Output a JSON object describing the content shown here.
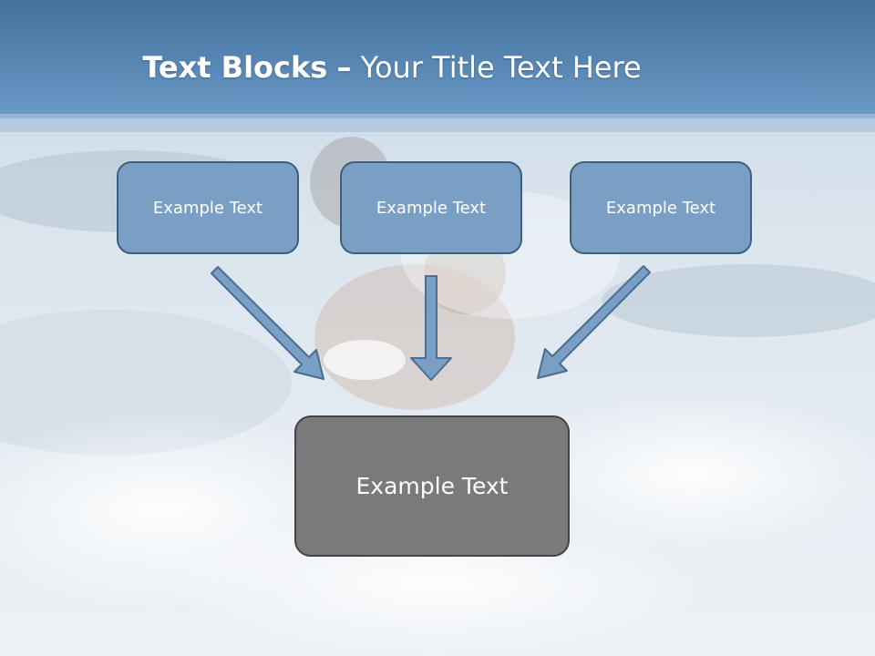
{
  "slide": {
    "title_bold": "Text Blocks",
    "title_sep": "–",
    "title_rest": "Your Title Text Here"
  },
  "diagram": {
    "top_boxes": [
      {
        "label": "Example Text"
      },
      {
        "label": "Example Text"
      },
      {
        "label": "Example Text"
      }
    ],
    "bottom_box": {
      "label": "Example Text"
    }
  },
  "colors": {
    "header": "#4f7fae",
    "top_box_fill": "#7a9fc4",
    "top_box_border": "#3f5f80",
    "bottom_box_fill": "#7a7a7a",
    "arrow_fill": "#7a9fc4"
  }
}
